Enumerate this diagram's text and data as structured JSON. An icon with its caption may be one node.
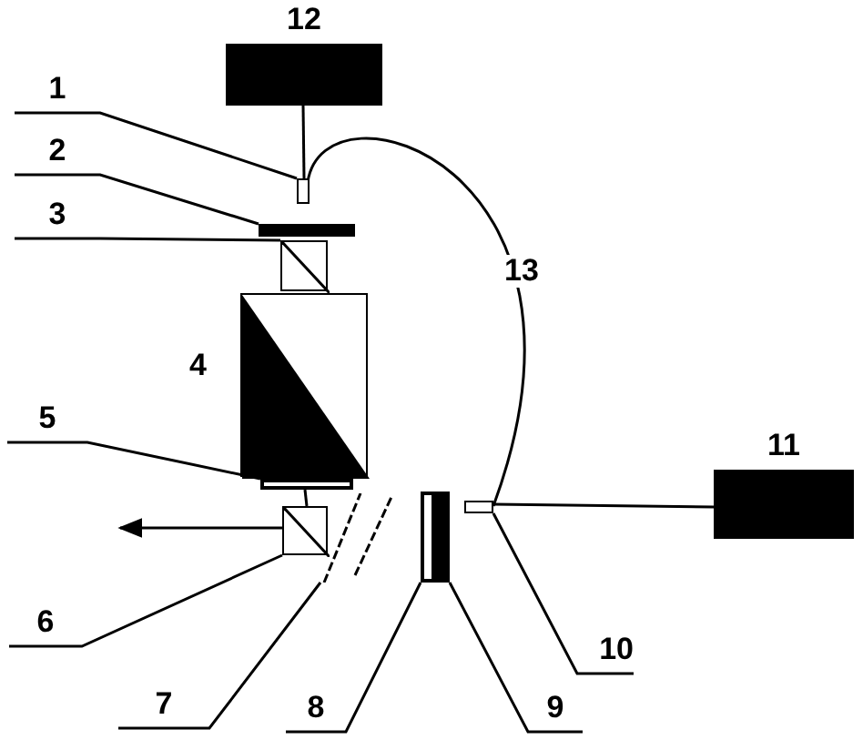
{
  "diagram": {
    "nodes": [
      {
        "text": [
          "12"
        ]
      },
      {
        "text": [
          "1"
        ]
      },
      {
        "text": [],
        "shape": "box"
      },
      {
        "text": [
          "2"
        ]
      },
      {
        "text": [],
        "shape": "bar"
      },
      {
        "text": [
          "3"
        ]
      },
      {
        "text": [],
        "shape": "box"
      },
      {
        "text": [],
        "shape": "box"
      },
      {
        "text": [
          "5"
        ]
      },
      {
        "text": [],
        "shape": "bar"
      },
      {
        "text": [
          "6"
        ]
      },
      {
        "text": [],
        "shape": "box"
      },
      {
        "text": [],
        "shape": "bar"
      },
      {
        "text": [
          "11"
        ]
      },
      {
        "text": [],
        "shape": "bar"
      },
      {
        "text": [],
        "shape": "bar"
      },
      {
        "text": [],
        "shape": "box"
      },
      {
        "text": [
          "7"
        ]
      },
      {
        "text": [
          "8"
        ]
      },
      {
        "text": [
          "9"
        ]
      },
      {
        "text": [
          "10"
        ]
      }
    ],
    "edges": [
      {
        "from": 0,
        "to": 2,
        "arrow": "none"
      },
      {
        "from": 1,
        "to": 2,
        "arrow": "none"
      },
      {
        "from": 3,
        "to": 4,
        "arrow": "none"
      },
      {
        "from": 5,
        "to": 6,
        "arrow": "none"
      },
      {
        "from": 8,
        "to": 9,
        "arrow": "none"
      },
      {
        "from": 9,
        "to": 11,
        "arrow": "none"
      },
      {
        "from": 10,
        "to": 11,
        "arrow": "none"
      },
      {
        "from": 11,
        "to": null,
        "arrow": "to"
      },
      {
        "from": 17,
        "to": 12,
        "arrow": "none"
      },
      {
        "from": 18,
        "to": 14,
        "arrow": "none"
      },
      {
        "from": 19,
        "to": 15,
        "arrow": "none"
      },
      {
        "from": 20,
        "to": 16,
        "arrow": "none"
      },
      {
        "from": 13,
        "to": 16,
        "arrow": "none"
      },
      {
        "from": 2,
        "to": 16,
        "arrow": "none",
        "label": "13"
      }
    ],
    "labels": [
      "4"
    ]
  }
}
